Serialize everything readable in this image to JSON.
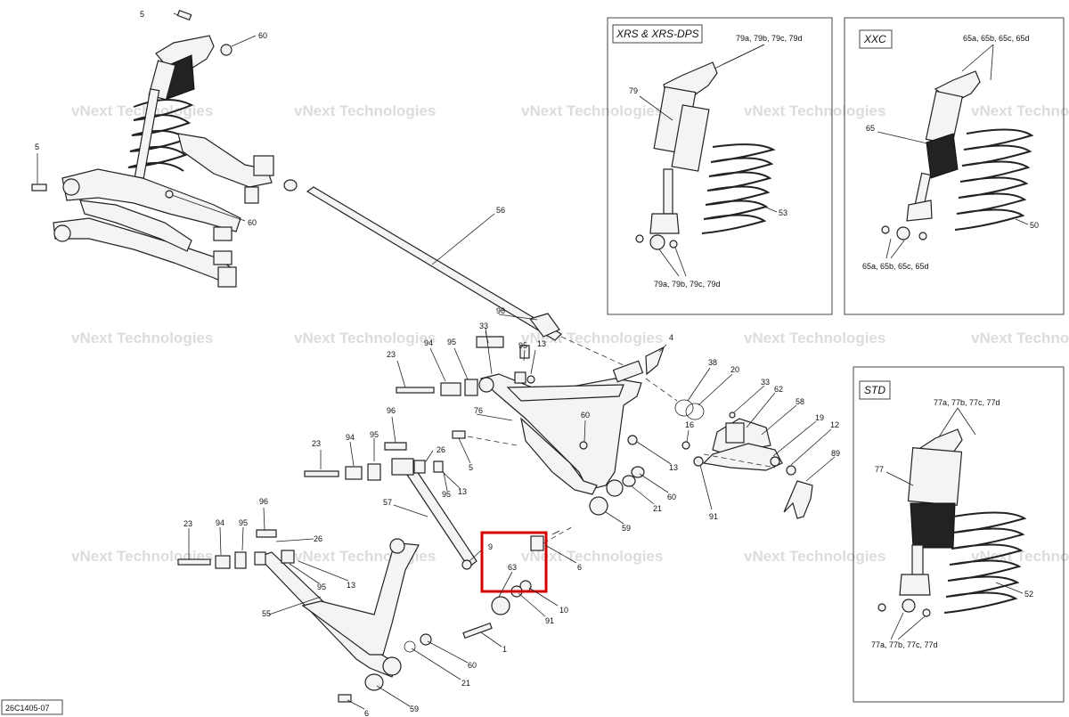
{
  "document": {
    "drawing_code": "26C1405-07",
    "watermark": "vNext Technologies"
  },
  "boxes": {
    "xrs": {
      "title": "XRS & XRS-DPS",
      "ref_top": "79a, 79b, 79c, 79d",
      "ref_bottom": "79a, 79b, 79c, 79d",
      "shock": "79",
      "spring": "53"
    },
    "xxc": {
      "title": "XXC",
      "ref_top": "65a, 65b, 65c, 65d",
      "ref_bottom": "65a, 65b, 65c, 65d",
      "shock": "65",
      "spring": "50"
    },
    "std": {
      "title": "STD",
      "ref_top": "77a, 77b, 77c, 77d",
      "ref_bottom": "77a, 77b, 77c, 77d",
      "shock": "77",
      "spring": "52"
    }
  },
  "callouts": {
    "c5a": "5",
    "c60a": "60",
    "c5b": "5",
    "c60b": "60",
    "c56": "56",
    "c96a": "96",
    "c33a": "33",
    "c23a": "23",
    "c94a": "94",
    "c95a": "95",
    "c95b": "95",
    "c13a": "13",
    "c4": "4",
    "c38": "38",
    "c20": "20",
    "c33b": "33",
    "c62": "62",
    "c58": "58",
    "c19": "19",
    "c12": "12",
    "c16": "16",
    "c89": "89",
    "c76": "76",
    "c60c": "60",
    "c96b": "96",
    "c26a": "26",
    "c23b": "23",
    "c94b": "94",
    "c95c": "95",
    "c95d": "95",
    "c13b": "13",
    "c5c": "5",
    "c13c": "13",
    "c60d": "60",
    "c21a": "21",
    "c91a": "91",
    "c59a": "59",
    "c57": "57",
    "c96c": "96",
    "c26b": "26",
    "c23c": "23",
    "c94c": "94",
    "c95e": "95",
    "c95f": "95",
    "c13d": "13",
    "c9": "9",
    "c63": "63",
    "c6a": "6",
    "c10": "10",
    "c91b": "91",
    "c1": "1",
    "c55": "55",
    "c60e": "60",
    "c21b": "21",
    "c59b": "59",
    "c6b": "6"
  },
  "highlight": {
    "color": "#d40000",
    "label": "63"
  }
}
